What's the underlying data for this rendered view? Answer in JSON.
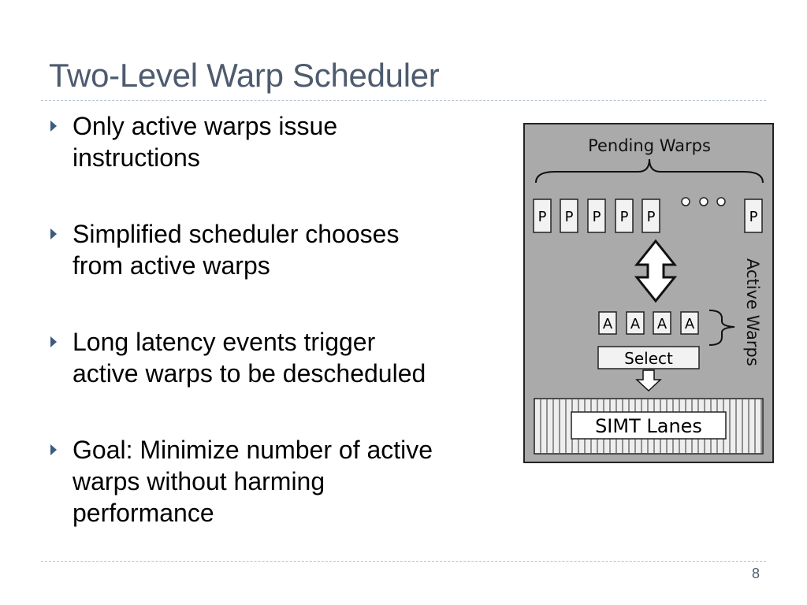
{
  "slide": {
    "title": "Two-Level Warp Scheduler",
    "bullets": [
      {
        "line1": "Only active warps issue",
        "line2": "instructions",
        "line3": ""
      },
      {
        "line1": "Simplified scheduler chooses",
        "line2": "from active warps",
        "line3": ""
      },
      {
        "line1": "Long latency events trigger",
        "line2": "active warps to be descheduled",
        "line3": ""
      },
      {
        "line1": "Goal: Minimize number of active",
        "line2": "warps without harming",
        "line3": "performance"
      }
    ],
    "page_number": "8"
  },
  "diagram": {
    "pending_label": "Pending Warps",
    "pending_warp_label": "P",
    "active_warp_label": "A",
    "active_label": "Active Warps",
    "select_label": "Select",
    "simt_label": "SIMT Lanes",
    "colors": {
      "panel": "#aaaaaa",
      "box": "#f2f2f2",
      "stroke": "#222222"
    }
  }
}
